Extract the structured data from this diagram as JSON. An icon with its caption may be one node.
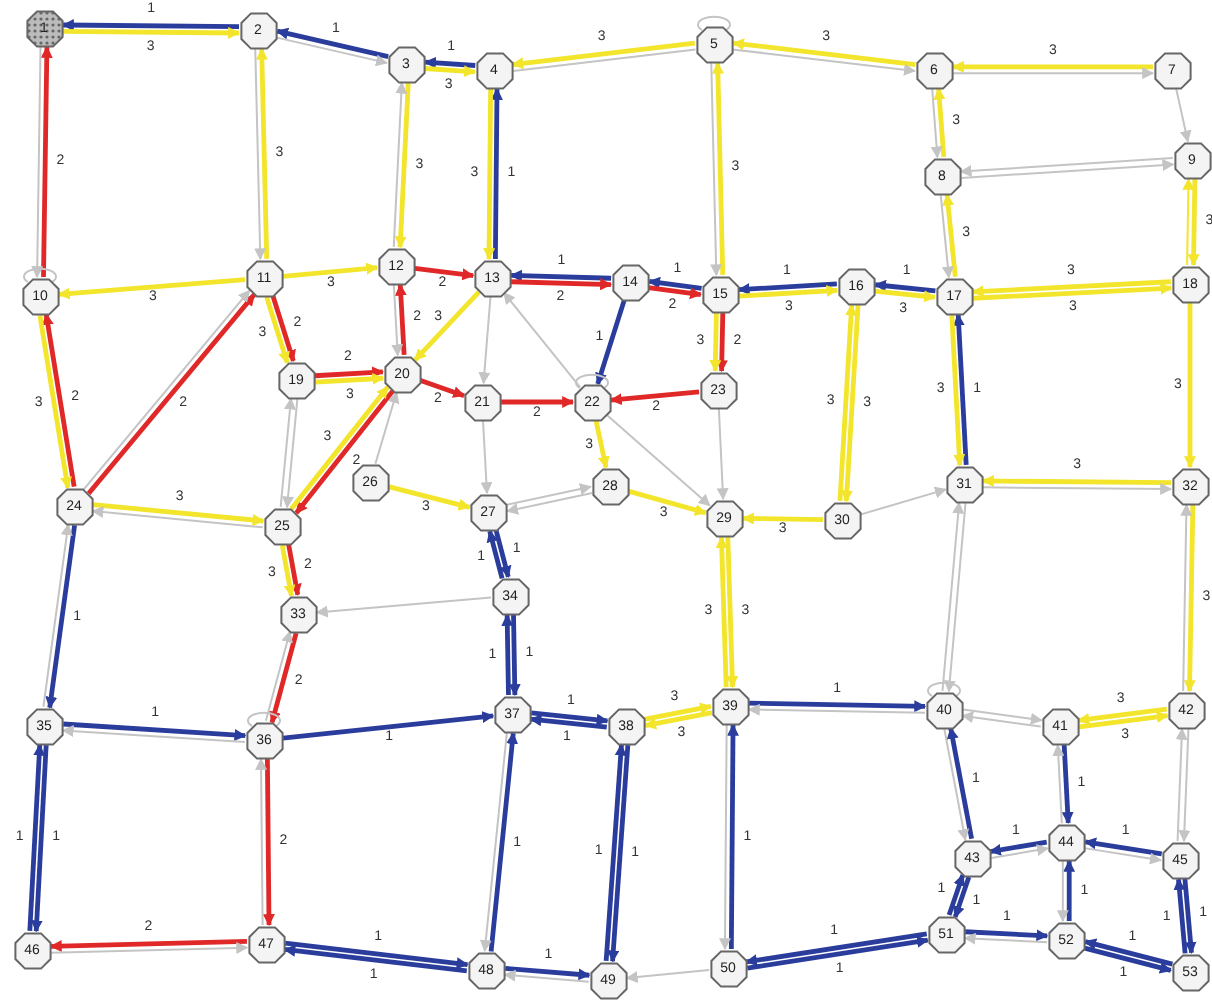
{
  "diagram": {
    "nodes": [
      {
        "text": [
          "1"
        ]
      },
      {
        "text": [
          "2"
        ]
      },
      {
        "text": [
          "3"
        ]
      },
      {
        "text": [
          "4"
        ]
      },
      {
        "text": [
          "5"
        ]
      },
      {
        "text": [
          "6"
        ]
      },
      {
        "text": [
          "7"
        ]
      },
      {
        "text": [
          "8"
        ]
      },
      {
        "text": [
          "9"
        ]
      },
      {
        "text": [
          "10"
        ]
      },
      {
        "text": [
          "11"
        ]
      },
      {
        "text": [
          "12"
        ]
      },
      {
        "text": [
          "13"
        ]
      },
      {
        "text": [
          "14"
        ]
      },
      {
        "text": [
          "15"
        ]
      },
      {
        "text": [
          "16"
        ]
      },
      {
        "text": [
          "17"
        ]
      },
      {
        "text": [
          "18"
        ]
      },
      {
        "text": [
          "19"
        ]
      },
      {
        "text": [
          "20"
        ]
      },
      {
        "text": [
          "21"
        ]
      },
      {
        "text": [
          "22"
        ]
      },
      {
        "text": [
          "23"
        ]
      },
      {
        "text": [
          "24"
        ]
      },
      {
        "text": [
          "25"
        ]
      },
      {
        "text": [
          "26"
        ]
      },
      {
        "text": [
          "27"
        ]
      },
      {
        "text": [
          "28"
        ]
      },
      {
        "text": [
          "29"
        ]
      },
      {
        "text": [
          "30"
        ]
      },
      {
        "text": [
          "31"
        ]
      },
      {
        "text": [
          "32"
        ]
      },
      {
        "text": [
          "33"
        ]
      },
      {
        "text": [
          "34"
        ]
      },
      {
        "text": [
          "35"
        ]
      },
      {
        "text": [
          "36"
        ]
      },
      {
        "text": [
          "37"
        ]
      },
      {
        "text": [
          "38"
        ]
      },
      {
        "text": [
          "39"
        ]
      },
      {
        "text": [
          "40"
        ]
      },
      {
        "text": [
          "41"
        ]
      },
      {
        "text": [
          "42"
        ]
      },
      {
        "text": [
          "43"
        ]
      },
      {
        "text": [
          "44"
        ]
      },
      {
        "text": [
          "45"
        ]
      },
      {
        "text": [
          "46"
        ]
      },
      {
        "text": [
          "47"
        ]
      },
      {
        "text": [
          "48"
        ]
      },
      {
        "text": [
          "49"
        ]
      },
      {
        "text": [
          "50"
        ]
      },
      {
        "text": [
          "51"
        ]
      },
      {
        "text": [
          "52"
        ]
      },
      {
        "text": [
          "53"
        ]
      }
    ],
    "edges": [
      {
        "from": 1,
        "to": 0,
        "arrow": "to",
        "label": "1",
        "color": "#2b3d9c"
      },
      {
        "from": 2,
        "to": 1,
        "arrow": "to",
        "label": "1",
        "color": "#2b3d9c"
      },
      {
        "from": 3,
        "to": 2,
        "arrow": "to",
        "label": "1",
        "color": "#2b3d9c"
      },
      {
        "from": 12,
        "to": 3,
        "arrow": "to",
        "label": "1",
        "color": "#2b3d9c"
      },
      {
        "from": 13,
        "to": 12,
        "arrow": "to",
        "label": "1",
        "color": "#2b3d9c"
      },
      {
        "from": 14,
        "to": 13,
        "arrow": "to",
        "label": "1",
        "color": "#2b3d9c"
      },
      {
        "from": 15,
        "to": 14,
        "arrow": "to",
        "label": "1",
        "color": "#2b3d9c"
      },
      {
        "from": 16,
        "to": 15,
        "arrow": "to",
        "label": "1",
        "color": "#2b3d9c"
      },
      {
        "from": 13,
        "to": 21,
        "arrow": "to",
        "label": "1",
        "color": "#2b3d9c"
      },
      {
        "from": 30,
        "to": 16,
        "arrow": "to",
        "label": "1",
        "color": "#2b3d9c"
      },
      {
        "from": 23,
        "to": 34,
        "arrow": "to",
        "label": "1",
        "color": "#2b3d9c"
      },
      {
        "from": 34,
        "to": 35,
        "arrow": "to",
        "label": "1",
        "color": "#2b3d9c"
      },
      {
        "from": 35,
        "to": 36,
        "arrow": "to",
        "label": "1",
        "color": "#2b3d9c"
      },
      {
        "from": 34,
        "to": 45,
        "arrow": "to",
        "label": "1",
        "color": "#2b3d9c"
      },
      {
        "from": 45,
        "to": 34,
        "arrow": "to",
        "label": "1",
        "color": "#2b3d9c"
      },
      {
        "from": 46,
        "to": 47,
        "arrow": "to",
        "label": "1",
        "color": "#2b3d9c"
      },
      {
        "from": 47,
        "to": 46,
        "arrow": "to",
        "label": "1",
        "color": "#2b3d9c"
      },
      {
        "from": 47,
        "to": 48,
        "arrow": "to",
        "label": "1",
        "color": "#2b3d9c"
      },
      {
        "from": 47,
        "to": 36,
        "arrow": "to",
        "label": "1",
        "color": "#2b3d9c"
      },
      {
        "from": 26,
        "to": 33,
        "arrow": "to",
        "label": "1",
        "color": "#2b3d9c"
      },
      {
        "from": 33,
        "to": 26,
        "arrow": "to",
        "label": "1",
        "color": "#2b3d9c"
      },
      {
        "from": 33,
        "to": 36,
        "arrow": "to",
        "label": "1",
        "color": "#2b3d9c"
      },
      {
        "from": 36,
        "to": 33,
        "arrow": "to",
        "label": "1",
        "color": "#2b3d9c"
      },
      {
        "from": 36,
        "to": 37,
        "arrow": "to",
        "label": "1",
        "color": "#2b3d9c"
      },
      {
        "from": 37,
        "to": 36,
        "arrow": "to",
        "label": "1",
        "color": "#2b3d9c"
      },
      {
        "from": 37,
        "to": 48,
        "arrow": "to",
        "label": "1",
        "color": "#2b3d9c"
      },
      {
        "from": 48,
        "to": 37,
        "arrow": "to",
        "label": "1",
        "color": "#2b3d9c"
      },
      {
        "from": 49,
        "to": 38,
        "arrow": "to",
        "label": "1",
        "color": "#2b3d9c"
      },
      {
        "from": 38,
        "to": 39,
        "arrow": "to",
        "label": "1",
        "color": "#2b3d9c"
      },
      {
        "from": 42,
        "to": 39,
        "arrow": "to",
        "label": "1",
        "color": "#2b3d9c"
      },
      {
        "from": 40,
        "to": 43,
        "arrow": "to",
        "label": "1",
        "color": "#2b3d9c"
      },
      {
        "from": 43,
        "to": 42,
        "arrow": "to",
        "label": "1",
        "color": "#2b3d9c"
      },
      {
        "from": 44,
        "to": 43,
        "arrow": "to",
        "label": "1",
        "color": "#2b3d9c"
      },
      {
        "from": 44,
        "to": 52,
        "arrow": "to",
        "label": "1",
        "color": "#2b3d9c"
      },
      {
        "from": 52,
        "to": 44,
        "arrow": "to",
        "label": "1",
        "color": "#2b3d9c"
      },
      {
        "from": 42,
        "to": 50,
        "arrow": "to",
        "label": "1",
        "color": "#2b3d9c"
      },
      {
        "from": 50,
        "to": 42,
        "arrow": "to",
        "label": "1",
        "color": "#2b3d9c"
      },
      {
        "from": 50,
        "to": 49,
        "arrow": "to",
        "label": "1",
        "color": "#2b3d9c"
      },
      {
        "from": 49,
        "to": 50,
        "arrow": "to",
        "label": "1",
        "color": "#2b3d9c"
      },
      {
        "from": 50,
        "to": 51,
        "arrow": "to",
        "label": "1",
        "color": "#2b3d9c"
      },
      {
        "from": 52,
        "to": 51,
        "arrow": "to",
        "label": "1",
        "color": "#2b3d9c"
      },
      {
        "from": 51,
        "to": 52,
        "arrow": "to",
        "label": "1",
        "color": "#2b3d9c"
      },
      {
        "from": 51,
        "to": 43,
        "arrow": "to",
        "label": "1",
        "color": "#2b3d9c"
      },
      {
        "from": 9,
        "to": 0,
        "arrow": "to",
        "label": "2",
        "color": "#e02828"
      },
      {
        "from": 23,
        "to": 9,
        "arrow": "to",
        "label": "2",
        "color": "#e02828"
      },
      {
        "from": 23,
        "to": 10,
        "arrow": "to",
        "label": "2",
        "color": "#e02828"
      },
      {
        "from": 10,
        "to": 18,
        "arrow": "to",
        "label": "2",
        "color": "#e02828"
      },
      {
        "from": 18,
        "to": 19,
        "arrow": "to",
        "label": "2",
        "color": "#e02828"
      },
      {
        "from": 19,
        "to": 11,
        "arrow": "to",
        "label": "2",
        "color": "#e02828"
      },
      {
        "from": 11,
        "to": 12,
        "arrow": "to",
        "label": "2",
        "color": "#e02828"
      },
      {
        "from": 12,
        "to": 13,
        "arrow": "to",
        "label": "2",
        "color": "#e02828"
      },
      {
        "from": 13,
        "to": 14,
        "arrow": "to",
        "label": "2",
        "color": "#e02828"
      },
      {
        "from": 14,
        "to": 22,
        "arrow": "to",
        "label": "2",
        "color": "#e02828"
      },
      {
        "from": 22,
        "to": 21,
        "arrow": "to",
        "label": "2",
        "color": "#e02828"
      },
      {
        "from": 19,
        "to": 20,
        "arrow": "to",
        "label": "2",
        "color": "#e02828"
      },
      {
        "from": 20,
        "to": 21,
        "arrow": "to",
        "label": "2",
        "color": "#e02828"
      },
      {
        "from": 19,
        "to": 24,
        "arrow": "to",
        "label": "2",
        "color": "#e02828"
      },
      {
        "from": 24,
        "to": 32,
        "arrow": "to",
        "label": "2",
        "color": "#e02828"
      },
      {
        "from": 32,
        "to": 35,
        "arrow": "to",
        "label": "2",
        "color": "#e02828"
      },
      {
        "from": 35,
        "to": 46,
        "arrow": "to",
        "label": "2",
        "color": "#e02828"
      },
      {
        "from": 46,
        "to": 45,
        "arrow": "to",
        "label": "2",
        "color": "#e02828"
      },
      {
        "from": 0,
        "to": 1,
        "arrow": "to",
        "label": "3",
        "color": "#f2e52b"
      },
      {
        "from": 10,
        "to": 1,
        "arrow": "to",
        "label": "3",
        "color": "#f2e52b"
      },
      {
        "from": 2,
        "to": 3,
        "arrow": "to",
        "label": "3",
        "color": "#f2e52b"
      },
      {
        "from": 4,
        "to": 3,
        "arrow": "to",
        "label": "3",
        "color": "#f2e52b"
      },
      {
        "from": 2,
        "to": 11,
        "arrow": "to",
        "label": "3",
        "color": "#f2e52b"
      },
      {
        "from": 3,
        "to": 12,
        "arrow": "to",
        "label": "3",
        "color": "#f2e52b"
      },
      {
        "from": 10,
        "to": 9,
        "arrow": "to",
        "label": "3",
        "color": "#f2e52b"
      },
      {
        "from": 10,
        "to": 11,
        "arrow": "to",
        "label": "3",
        "color": "#f2e52b"
      },
      {
        "from": 12,
        "to": 19,
        "arrow": "to",
        "label": "3",
        "color": "#f2e52b"
      },
      {
        "from": 10,
        "to": 18,
        "arrow": "to",
        "label": "3",
        "color": "#f2e52b"
      },
      {
        "from": 18,
        "to": 19,
        "arrow": "to",
        "label": "3",
        "color": "#f2e52b"
      },
      {
        "from": 24,
        "to": 19,
        "arrow": "to",
        "label": "3",
        "color": "#f2e52b"
      },
      {
        "from": 9,
        "to": 23,
        "arrow": "to",
        "label": "3",
        "color": "#f2e52b"
      },
      {
        "from": 23,
        "to": 24,
        "arrow": "to",
        "label": "3",
        "color": "#f2e52b"
      },
      {
        "from": 24,
        "to": 32,
        "arrow": "to",
        "label": "3",
        "color": "#f2e52b"
      },
      {
        "from": 25,
        "to": 26,
        "arrow": "to",
        "label": "3",
        "color": "#f2e52b"
      },
      {
        "from": 14,
        "to": 4,
        "arrow": "to",
        "label": "3",
        "color": "#f2e52b"
      },
      {
        "from": 5,
        "to": 4,
        "arrow": "to",
        "label": "3",
        "color": "#f2e52b"
      },
      {
        "from": 6,
        "to": 5,
        "arrow": "to",
        "label": "3",
        "color": "#f2e52b"
      },
      {
        "from": 16,
        "to": 7,
        "arrow": "to",
        "label": "3",
        "color": "#f2e52b"
      },
      {
        "from": 7,
        "to": 5,
        "arrow": "to",
        "label": "3",
        "color": "#f2e52b"
      },
      {
        "from": 14,
        "to": 15,
        "arrow": "to",
        "label": "3",
        "color": "#f2e52b"
      },
      {
        "from": 15,
        "to": 16,
        "arrow": "to",
        "label": "3",
        "color": "#f2e52b"
      },
      {
        "from": 17,
        "to": 16,
        "arrow": "to",
        "label": "3",
        "color": "#f2e52b"
      },
      {
        "from": 16,
        "to": 17,
        "arrow": "to",
        "label": "3",
        "color": "#f2e52b"
      },
      {
        "from": 8,
        "to": 17,
        "arrow": "to",
        "label": "3",
        "color": "#f2e52b"
      },
      {
        "from": 17,
        "to": 8,
        "arrow": "to",
        "color": "#f2e52b"
      },
      {
        "from": 17,
        "to": 31,
        "arrow": "to",
        "label": "3",
        "color": "#f2e52b"
      },
      {
        "from": 31,
        "to": 30,
        "arrow": "to",
        "label": "3",
        "color": "#f2e52b"
      },
      {
        "from": 16,
        "to": 30,
        "arrow": "to",
        "label": "3",
        "color": "#f2e52b"
      },
      {
        "from": 15,
        "to": 29,
        "arrow": "to",
        "label": "3",
        "color": "#f2e52b"
      },
      {
        "from": 29,
        "to": 15,
        "arrow": "to",
        "label": "3",
        "color": "#f2e52b"
      },
      {
        "from": 14,
        "to": 22,
        "arrow": "to",
        "label": "3",
        "color": "#f2e52b"
      },
      {
        "from": 21,
        "to": 27,
        "arrow": "to",
        "label": "3",
        "color": "#f2e52b"
      },
      {
        "from": 27,
        "to": 28,
        "arrow": "to",
        "label": "3",
        "color": "#f2e52b"
      },
      {
        "from": 29,
        "to": 28,
        "arrow": "to",
        "label": "3",
        "color": "#f2e52b"
      },
      {
        "from": 28,
        "to": 38,
        "arrow": "to",
        "label": "3",
        "color": "#f2e52b"
      },
      {
        "from": 38,
        "to": 28,
        "arrow": "to",
        "label": "3",
        "color": "#f2e52b"
      },
      {
        "from": 37,
        "to": 38,
        "arrow": "to",
        "label": "3",
        "color": "#f2e52b"
      },
      {
        "from": 38,
        "to": 37,
        "arrow": "to",
        "label": "3",
        "color": "#f2e52b"
      },
      {
        "from": 41,
        "to": 40,
        "arrow": "to",
        "label": "3",
        "color": "#f2e52b"
      },
      {
        "from": 40,
        "to": 41,
        "arrow": "to",
        "label": "3",
        "color": "#f2e52b"
      },
      {
        "from": 31,
        "to": 41,
        "arrow": "to",
        "label": "3",
        "color": "#f2e52b"
      },
      {
        "from": 0,
        "to": 9,
        "arrow": "to",
        "color": "#c4c4c4"
      },
      {
        "from": 1,
        "to": 2,
        "arrow": "to",
        "color": "#c4c4c4"
      },
      {
        "from": 1,
        "to": 10,
        "arrow": "to",
        "color": "#c4c4c4"
      },
      {
        "from": 11,
        "to": 2,
        "arrow": "to",
        "color": "#c4c4c4"
      },
      {
        "from": 3,
        "to": 4,
        "arrow": "none",
        "color": "#c4c4c4"
      },
      {
        "from": 4,
        "to": 5,
        "arrow": "to",
        "color": "#c4c4c4"
      },
      {
        "from": 4,
        "to": 14,
        "arrow": "to",
        "color": "#c4c4c4"
      },
      {
        "from": 5,
        "to": 6,
        "arrow": "to",
        "color": "#c4c4c4"
      },
      {
        "from": 5,
        "to": 7,
        "arrow": "to",
        "color": "#c4c4c4"
      },
      {
        "from": 6,
        "to": 8,
        "arrow": "to",
        "color": "#c4c4c4"
      },
      {
        "from": 8,
        "to": 7,
        "arrow": "to",
        "color": "#c4c4c4"
      },
      {
        "from": 7,
        "to": 8,
        "arrow": "to",
        "color": "#c4c4c4"
      },
      {
        "from": 7,
        "to": 16,
        "arrow": "to",
        "color": "#c4c4c4"
      },
      {
        "from": 11,
        "to": 19,
        "arrow": "to",
        "color": "#c4c4c4"
      },
      {
        "from": 25,
        "to": 19,
        "arrow": "to",
        "color": "#c4c4c4"
      },
      {
        "from": 18,
        "to": 24,
        "arrow": "to",
        "color": "#c4c4c4"
      },
      {
        "from": 24,
        "to": 18,
        "arrow": "to",
        "color": "#c4c4c4"
      },
      {
        "from": 23,
        "to": 10,
        "arrow": "to",
        "color": "#c4c4c4"
      },
      {
        "from": 24,
        "to": 23,
        "arrow": "to",
        "color": "#c4c4c4"
      },
      {
        "from": 34,
        "to": 23,
        "arrow": "to",
        "color": "#c4c4c4"
      },
      {
        "from": 12,
        "to": 20,
        "arrow": "to",
        "color": "#c4c4c4"
      },
      {
        "from": 20,
        "to": 26,
        "arrow": "to",
        "color": "#c4c4c4"
      },
      {
        "from": 21,
        "to": 12,
        "arrow": "to",
        "color": "#c4c4c4"
      },
      {
        "from": 21,
        "to": 28,
        "arrow": "to",
        "color": "#c4c4c4"
      },
      {
        "from": 22,
        "to": 28,
        "arrow": "to",
        "color": "#c4c4c4"
      },
      {
        "from": 26,
        "to": 27,
        "arrow": "to",
        "color": "#c4c4c4"
      },
      {
        "from": 27,
        "to": 26,
        "arrow": "to",
        "color": "#c4c4c4"
      },
      {
        "from": 29,
        "to": 30,
        "arrow": "to",
        "color": "#c4c4c4"
      },
      {
        "from": 30,
        "to": 39,
        "arrow": "to",
        "color": "#c4c4c4"
      },
      {
        "from": 39,
        "to": 30,
        "arrow": "to",
        "color": "#c4c4c4"
      },
      {
        "from": 30,
        "to": 31,
        "arrow": "to",
        "color": "#c4c4c4"
      },
      {
        "from": 41,
        "to": 31,
        "arrow": "to",
        "color": "#c4c4c4"
      },
      {
        "from": 33,
        "to": 32,
        "arrow": "to",
        "color": "#c4c4c4"
      },
      {
        "from": 35,
        "to": 34,
        "arrow": "to",
        "color": "#c4c4c4"
      },
      {
        "from": 35,
        "to": 32,
        "arrow": "to",
        "color": "#c4c4c4"
      },
      {
        "from": 45,
        "to": 46,
        "arrow": "to",
        "color": "#c4c4c4"
      },
      {
        "from": 46,
        "to": 35,
        "arrow": "to",
        "color": "#c4c4c4"
      },
      {
        "from": 36,
        "to": 47,
        "arrow": "to",
        "color": "#c4c4c4"
      },
      {
        "from": 48,
        "to": 47,
        "arrow": "to",
        "color": "#c4c4c4"
      },
      {
        "from": 49,
        "to": 48,
        "arrow": "to",
        "color": "#c4c4c4"
      },
      {
        "from": 38,
        "to": 49,
        "arrow": "to",
        "color": "#c4c4c4"
      },
      {
        "from": 39,
        "to": 38,
        "arrow": "to",
        "color": "#c4c4c4"
      },
      {
        "from": 39,
        "to": 42,
        "arrow": "to",
        "color": "#c4c4c4"
      },
      {
        "from": 39,
        "to": 40,
        "arrow": "to",
        "color": "#c4c4c4"
      },
      {
        "from": 40,
        "to": 39,
        "arrow": "to",
        "color": "#c4c4c4"
      },
      {
        "from": 41,
        "to": 44,
        "arrow": "to",
        "color": "#c4c4c4"
      },
      {
        "from": 44,
        "to": 41,
        "arrow": "to",
        "color": "#c4c4c4"
      },
      {
        "from": 43,
        "to": 40,
        "arrow": "to",
        "color": "#c4c4c4"
      },
      {
        "from": 42,
        "to": 43,
        "arrow": "to",
        "color": "#c4c4c4"
      },
      {
        "from": 43,
        "to": 44,
        "arrow": "to",
        "color": "#c4c4c4"
      },
      {
        "from": 43,
        "to": 51,
        "arrow": "to",
        "color": "#c4c4c4"
      },
      {
        "from": 51,
        "to": 50,
        "arrow": "to",
        "color": "#c4c4c4"
      },
      {
        "from": 9,
        "to": 9,
        "arrow": "none",
        "color": "#c4c4c4"
      },
      {
        "from": 4,
        "to": 4,
        "arrow": "none",
        "color": "#c4c4c4"
      },
      {
        "from": 21,
        "to": 21,
        "arrow": "none",
        "color": "#c4c4c4"
      },
      {
        "from": 35,
        "to": 35,
        "arrow": "none",
        "color": "#c4c4c4"
      },
      {
        "from": 39,
        "to": 39,
        "arrow": "none",
        "color": "#c4c4c4"
      }
    ]
  }
}
